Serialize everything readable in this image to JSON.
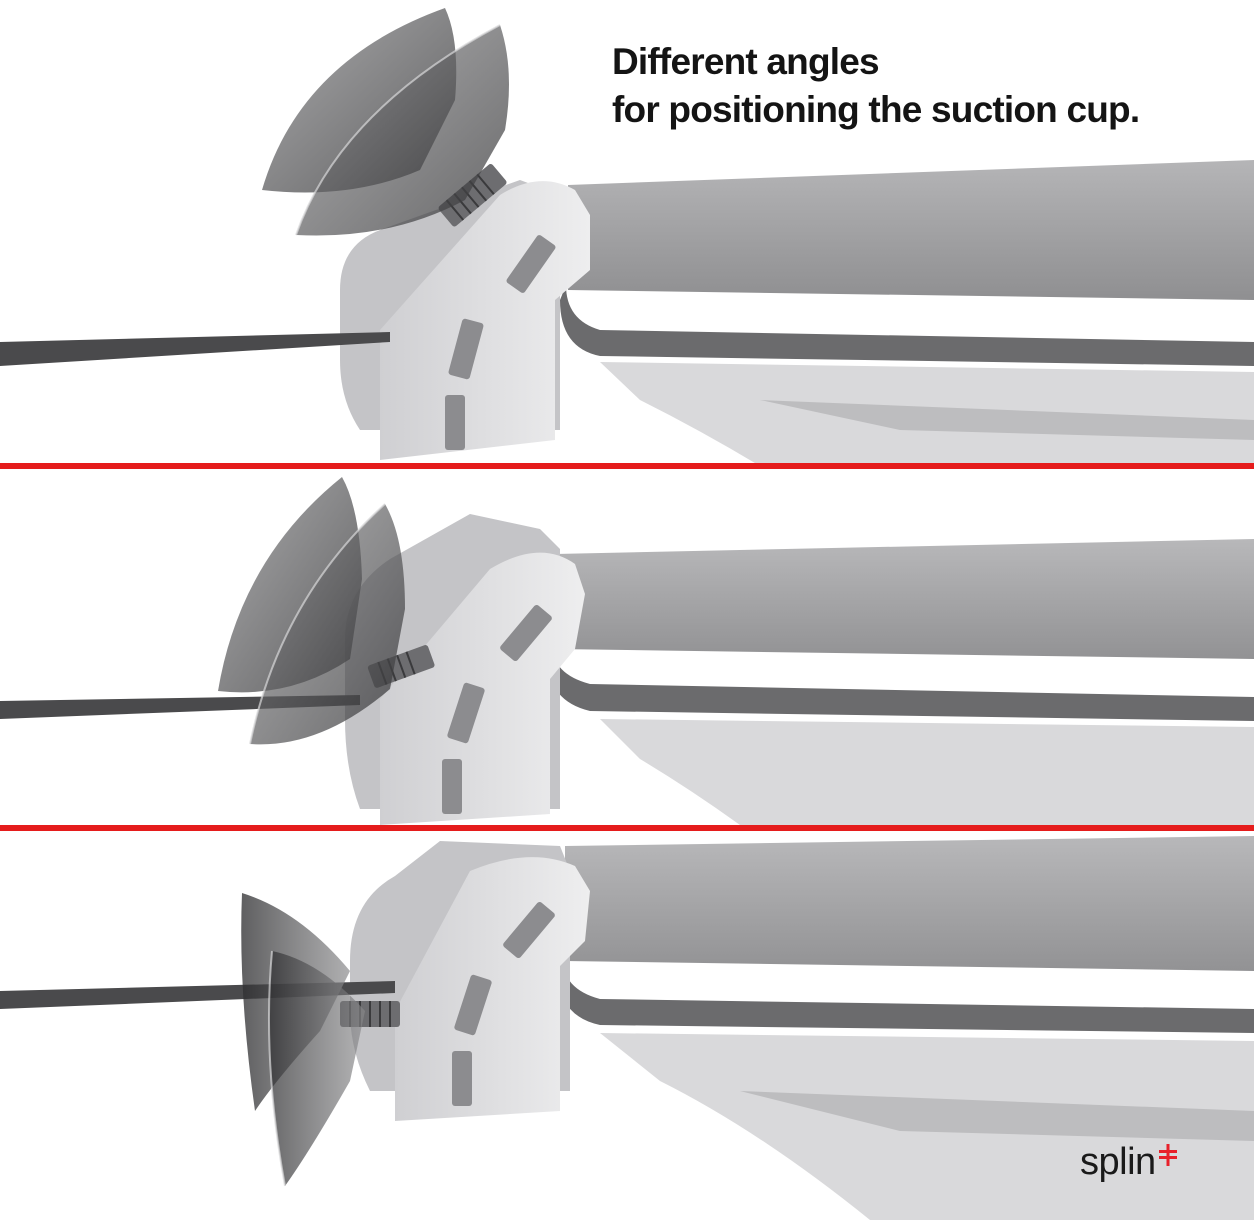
{
  "headline": {
    "line1": "Different angles",
    "line2": "for positioning the suction cup."
  },
  "brand": {
    "name": "splin",
    "accent_color": "#e8202a"
  },
  "colors": {
    "divider": "#e51c1c",
    "cup": "#3e3e40",
    "hinge": "#e2e2e4",
    "hinge_shadow": "#c9c9cc",
    "board_top": "#a4a4a6",
    "board_edge": "#6a6a6c",
    "rod": "#4a4a4c"
  },
  "panels": [
    {
      "name": "cup-angle-up"
    },
    {
      "name": "cup-angle-mid"
    },
    {
      "name": "cup-angle-straight"
    }
  ]
}
